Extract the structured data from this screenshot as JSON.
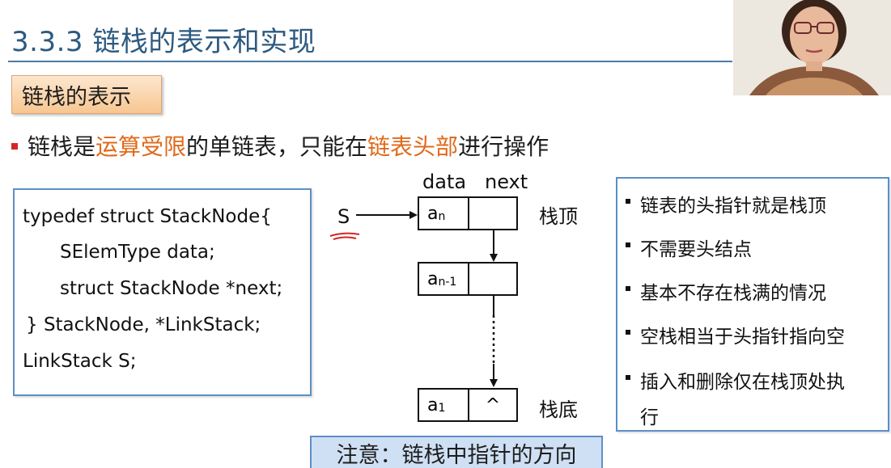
{
  "title": "3.3.3 链栈的表示和实现",
  "section": "链栈的表示",
  "bullet": {
    "part1": "链栈是",
    "hl1": "运算受限",
    "part2": "的单链表，只能在",
    "hl2": "链表头部",
    "part3": "进行操作"
  },
  "code": [
    "typedef  struct StackNode{",
    "SElemType  data;",
    "struct StackNode *next;",
    "} StackNode,  *LinkStack;",
    "LinkStack S;"
  ],
  "diagram": {
    "header_data": "data",
    "header_next": "next",
    "pointer": "S",
    "top_label": "栈顶",
    "bottom_label": "栈底",
    "nodes": [
      {
        "base": "a",
        "sub": "n",
        "next": ""
      },
      {
        "base": "a",
        "sub": "n-1",
        "next": ""
      },
      {
        "base": "a",
        "sub": "1",
        "next": "^"
      }
    ]
  },
  "notes": [
    "链表的头指针就是栈顶",
    "不需要头结点",
    "基本不存在栈满的情况",
    "空栈相当于头指针指向空",
    "插入和删除仅在栈顶处执",
    "行"
  ],
  "attention": "注意：链栈中指针的方向",
  "colors": {
    "title": "#2d5a80",
    "highlight": "#e06a1b",
    "box_border": "#5d8ec6",
    "bullet_red": "#d32626"
  }
}
